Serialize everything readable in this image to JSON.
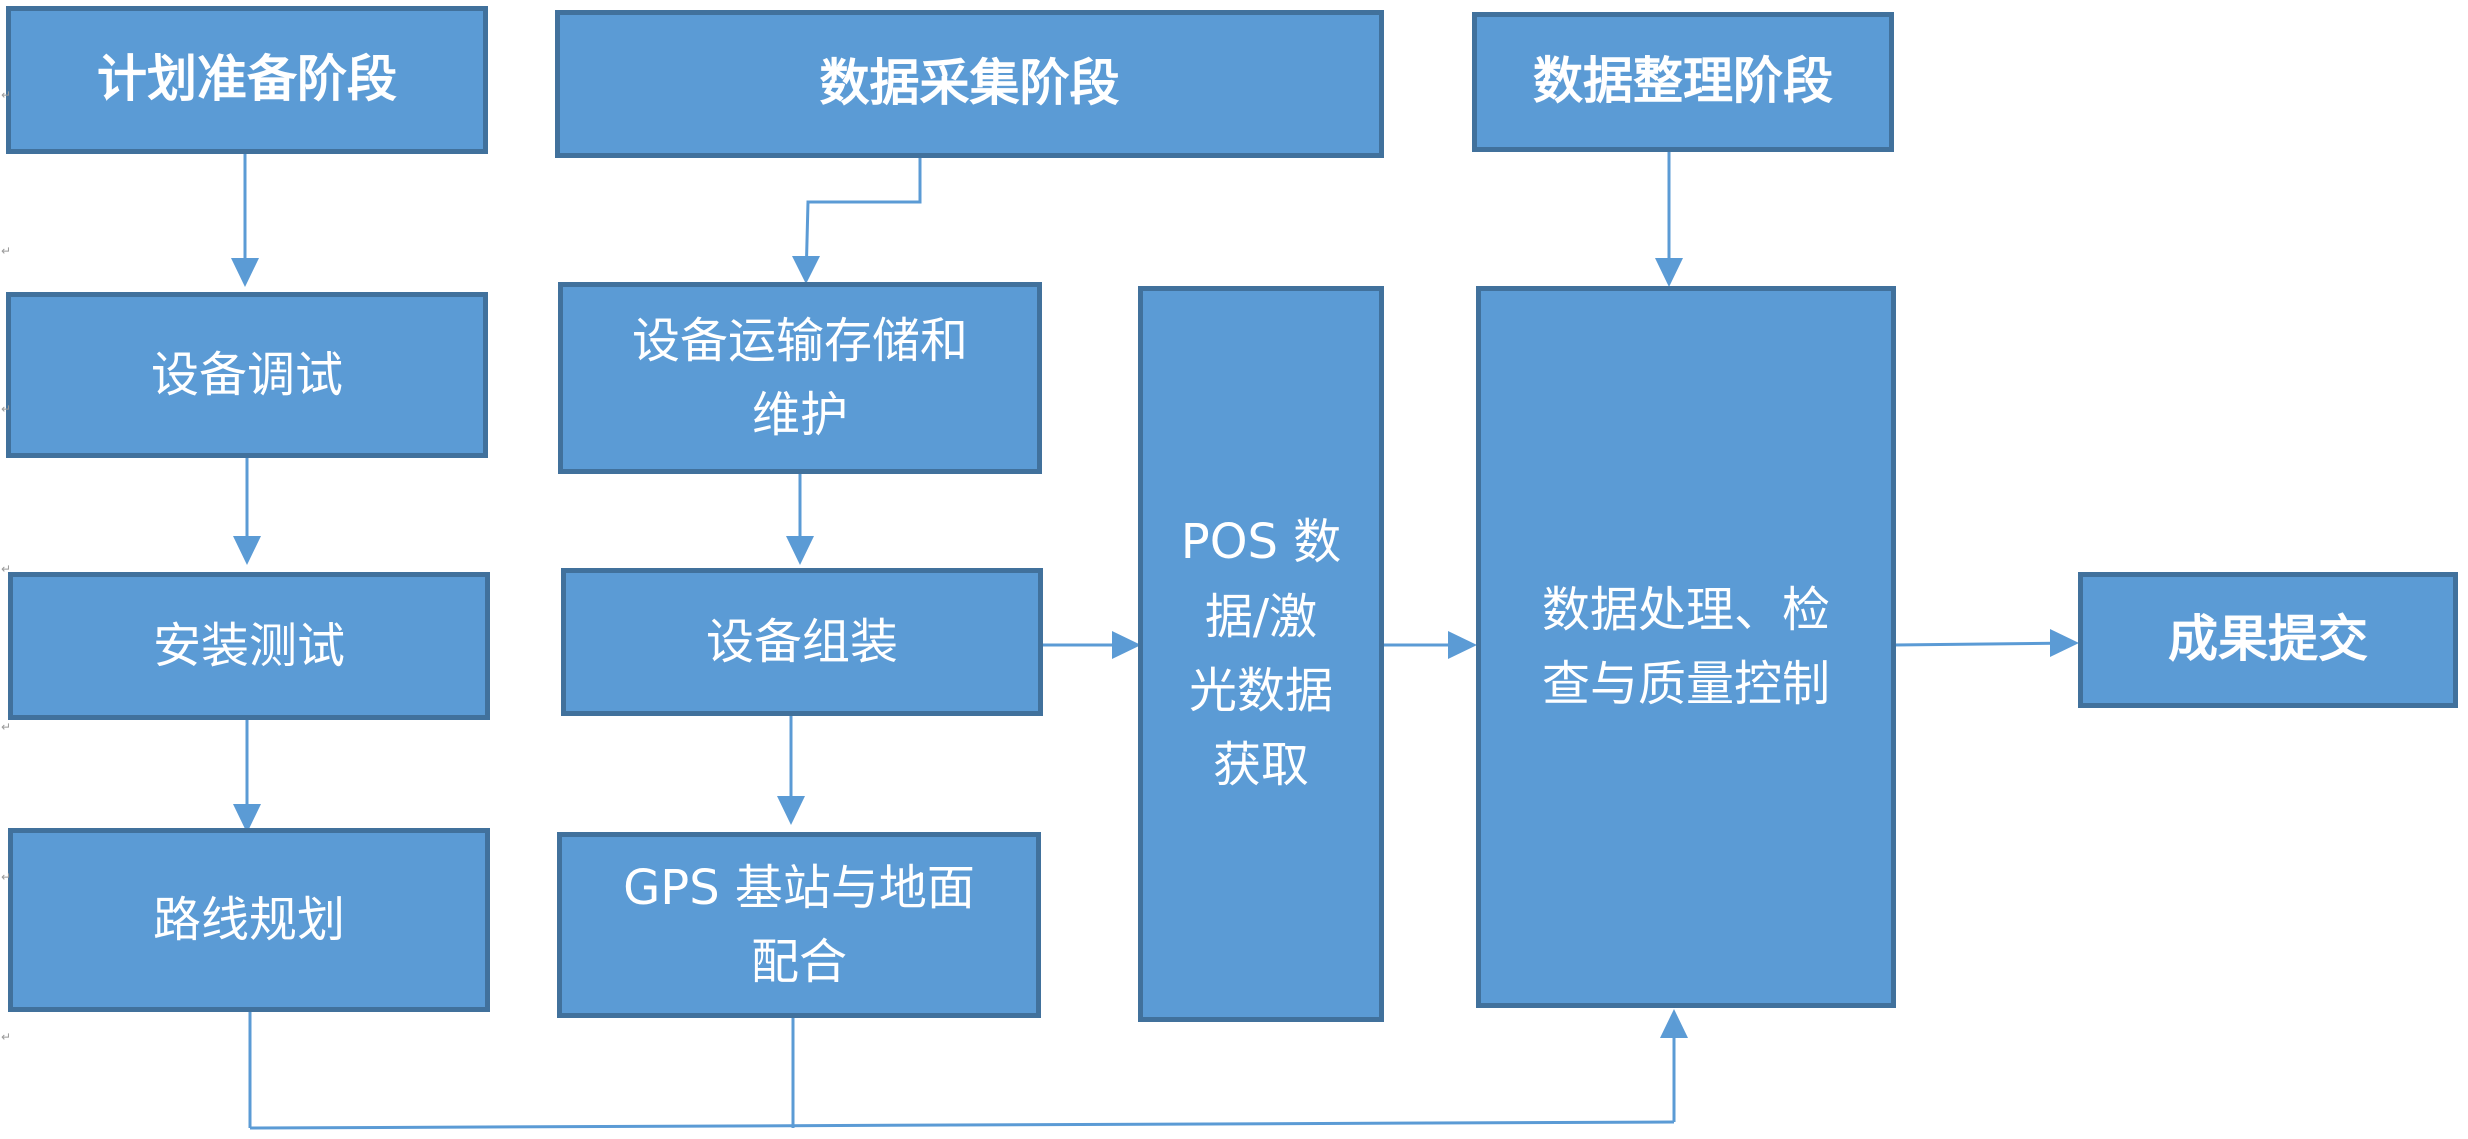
{
  "nodes": {
    "plan_phase": "计划准备阶段",
    "equip_debug": "设备调试",
    "install_test": "安装测试",
    "route_plan": "路线规划",
    "collect_phase": "数据采集阶段",
    "transport_storage": "设备运输存储和\n维护",
    "equip_assembly": "设备组装",
    "gps_base": "GPS 基站与地面\n配合",
    "pos_lidar": "POS 数\n据/激\n光数据\n获取",
    "organize_phase": "数据整理阶段",
    "process_qc": "数据处理、检\n查与质量控制",
    "submit": "成果提交"
  },
  "colors": {
    "box_fill": "#5b9bd5",
    "box_border": "#41719c",
    "text": "#ffffff",
    "connector": "#5b9bd5"
  }
}
